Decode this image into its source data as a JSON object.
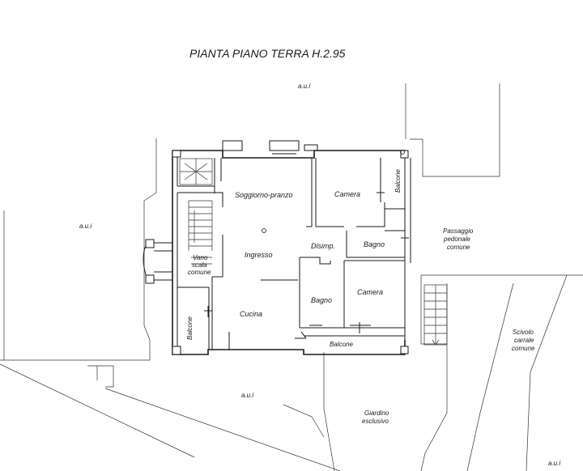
{
  "title": "PIANTA PIANO TERRA H.2.95",
  "labels": {
    "aui_top": "a.u.i",
    "aui_left": "a.u.i",
    "aui_bottom": "a.u.i",
    "aui_bottom_right": "a.u.i",
    "soggiorno": "Soggiorno-pranzo",
    "camera_top": "Camera",
    "balcone_right": "Balcone",
    "bagno_right": "Bagno",
    "disimp": "Disimp.",
    "ingresso": "Ingresso",
    "vano_1": "Vano",
    "vano_2": "scala",
    "vano_3": "comune",
    "bagno_center": "Bagno",
    "camera_center": "Camera",
    "cucina": "Cucina",
    "balcone_left": "Balcone",
    "balcone_bottom": "Balcone",
    "passaggio_1": "Passaggio",
    "passaggio_2": "pedonale",
    "passaggio_3": "comune",
    "scivolo_1": "Scivolo",
    "scivolo_2": "carrale",
    "scivolo_3": "comune",
    "giardino_1": "Giardino",
    "giardino_2": "esclusivo"
  }
}
